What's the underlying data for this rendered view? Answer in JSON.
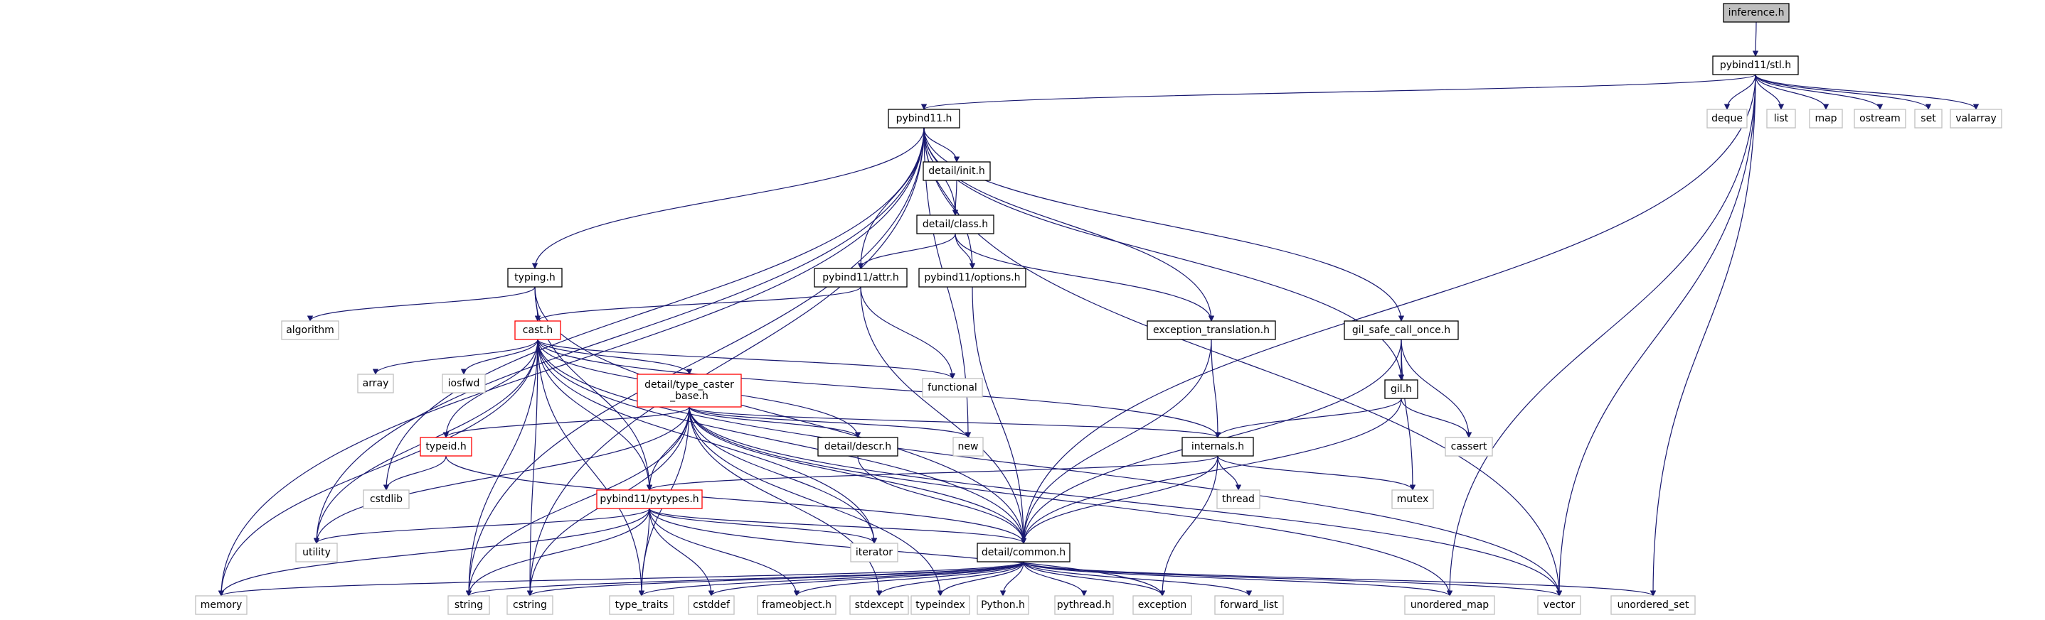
{
  "diagram": {
    "colors": {
      "edge": "#191970",
      "box_root_fill": "#bfbfbf",
      "box_fill": "#ffffff",
      "box_border": "#000000",
      "box_highlight_border": "#ff0000",
      "box_external_border": "#bfbfbf",
      "label_text": "#000000"
    },
    "nodes": [
      {
        "id": "inference_h",
        "label": "inference.h",
        "style": "root"
      },
      {
        "id": "pybind11_stl_h",
        "label": "pybind11/stl.h",
        "style": "normal"
      },
      {
        "id": "pybind11_h",
        "label": "pybind11.h",
        "style": "normal"
      },
      {
        "id": "deque",
        "label": "deque",
        "style": "external"
      },
      {
        "id": "list",
        "label": "list",
        "style": "external"
      },
      {
        "id": "map",
        "label": "map",
        "style": "external"
      },
      {
        "id": "ostream",
        "label": "ostream",
        "style": "external"
      },
      {
        "id": "set",
        "label": "set",
        "style": "external"
      },
      {
        "id": "valarray",
        "label": "valarray",
        "style": "external"
      },
      {
        "id": "detail_init_h",
        "label": "detail/init.h",
        "style": "normal"
      },
      {
        "id": "detail_class_h",
        "label": "detail/class.h",
        "style": "normal"
      },
      {
        "id": "typing_h",
        "label": "typing.h",
        "style": "normal"
      },
      {
        "id": "pybind11_attr_h",
        "label": "pybind11/attr.h",
        "style": "normal"
      },
      {
        "id": "pybind11_options_h",
        "label": "pybind11/options.h",
        "style": "normal"
      },
      {
        "id": "algorithm",
        "label": "algorithm",
        "style": "external"
      },
      {
        "id": "cast_h",
        "label": "cast.h",
        "style": "highlight"
      },
      {
        "id": "exception_translation_h",
        "label": "exception_translation.h",
        "style": "normal"
      },
      {
        "id": "gil_safe_call_once_h",
        "label": "gil_safe_call_once.h",
        "style": "normal"
      },
      {
        "id": "array",
        "label": "array",
        "style": "external"
      },
      {
        "id": "iosfwd",
        "label": "iosfwd",
        "style": "external"
      },
      {
        "id": "detail_type_caster_base_h",
        "label": "detail/type_caster\n_base.h",
        "style": "highlight"
      },
      {
        "id": "functional",
        "label": "functional",
        "style": "external"
      },
      {
        "id": "gil_h",
        "label": "gil.h",
        "style": "normal"
      },
      {
        "id": "cassert",
        "label": "cassert",
        "style": "external"
      },
      {
        "id": "typeid_h",
        "label": "typeid.h",
        "style": "highlight"
      },
      {
        "id": "detail_descr_h",
        "label": "detail/descr.h",
        "style": "normal"
      },
      {
        "id": "new",
        "label": "new",
        "style": "external"
      },
      {
        "id": "internals_h",
        "label": "internals.h",
        "style": "normal"
      },
      {
        "id": "cstdlib",
        "label": "cstdlib",
        "style": "external"
      },
      {
        "id": "thread",
        "label": "thread",
        "style": "external"
      },
      {
        "id": "mutex",
        "label": "mutex",
        "style": "external"
      },
      {
        "id": "pybind11_pytypes_h",
        "label": "pybind11/pytypes.h",
        "style": "highlight"
      },
      {
        "id": "utility",
        "label": "utility",
        "style": "external"
      },
      {
        "id": "iterator",
        "label": "iterator",
        "style": "external"
      },
      {
        "id": "detail_common_h",
        "label": "detail/common.h",
        "style": "normal"
      },
      {
        "id": "memory",
        "label": "memory",
        "style": "external"
      },
      {
        "id": "string",
        "label": "string",
        "style": "external"
      },
      {
        "id": "cstring",
        "label": "cstring",
        "style": "external"
      },
      {
        "id": "type_traits",
        "label": "type_traits",
        "style": "external"
      },
      {
        "id": "cstddef",
        "label": "cstddef",
        "style": "external"
      },
      {
        "id": "frameobject_h",
        "label": "frameobject.h",
        "style": "external"
      },
      {
        "id": "stdexcept",
        "label": "stdexcept",
        "style": "external"
      },
      {
        "id": "typeindex",
        "label": "typeindex",
        "style": "external"
      },
      {
        "id": "Python_h",
        "label": "Python.h",
        "style": "external"
      },
      {
        "id": "pythread_h",
        "label": "pythread.h",
        "style": "external"
      },
      {
        "id": "exception",
        "label": "exception",
        "style": "external"
      },
      {
        "id": "forward_list",
        "label": "forward_list",
        "style": "external"
      },
      {
        "id": "unordered_map",
        "label": "unordered_map",
        "style": "external"
      },
      {
        "id": "vector",
        "label": "vector",
        "style": "external"
      },
      {
        "id": "unordered_set",
        "label": "unordered_set",
        "style": "external"
      }
    ],
    "edges": [
      [
        "inference_h",
        "pybind11_stl_h"
      ],
      [
        "pybind11_stl_h",
        "pybind11_h"
      ],
      [
        "pybind11_stl_h",
        "detail_common_h"
      ],
      [
        "pybind11_stl_h",
        "unordered_map"
      ],
      [
        "pybind11_stl_h",
        "vector"
      ],
      [
        "pybind11_stl_h",
        "unordered_set"
      ],
      [
        "pybind11_stl_h",
        "deque"
      ],
      [
        "pybind11_stl_h",
        "list"
      ],
      [
        "pybind11_stl_h",
        "map"
      ],
      [
        "pybind11_stl_h",
        "ostream"
      ],
      [
        "pybind11_stl_h",
        "set"
      ],
      [
        "pybind11_stl_h",
        "valarray"
      ],
      [
        "pybind11_h",
        "memory"
      ],
      [
        "pybind11_h",
        "string"
      ],
      [
        "pybind11_h",
        "cstring"
      ],
      [
        "pybind11_h",
        "utility"
      ],
      [
        "pybind11_h",
        "cstdlib"
      ],
      [
        "pybind11_h",
        "typing_h"
      ],
      [
        "pybind11_h",
        "detail_init_h"
      ],
      [
        "pybind11_h",
        "detail_class_h"
      ],
      [
        "pybind11_h",
        "pybind11_attr_h"
      ],
      [
        "pybind11_h",
        "pybind11_options_h"
      ],
      [
        "pybind11_h",
        "new"
      ],
      [
        "pybind11_h",
        "exception_translation_h"
      ],
      [
        "pybind11_h",
        "gil_safe_call_once_h"
      ],
      [
        "pybind11_h",
        "gil_h"
      ],
      [
        "pybind11_h",
        "vector"
      ],
      [
        "detail_init_h",
        "detail_class_h"
      ],
      [
        "detail_class_h",
        "pybind11_attr_h"
      ],
      [
        "detail_class_h",
        "pybind11_options_h"
      ],
      [
        "detail_class_h",
        "exception_translation_h"
      ],
      [
        "typing_h",
        "algorithm"
      ],
      [
        "typing_h",
        "cast_h"
      ],
      [
        "typing_h",
        "pybind11_pytypes_h"
      ],
      [
        "typing_h",
        "detail_common_h"
      ],
      [
        "pybind11_attr_h",
        "cast_h"
      ],
      [
        "pybind11_attr_h",
        "functional"
      ],
      [
        "pybind11_attr_h",
        "detail_common_h"
      ],
      [
        "pybind11_options_h",
        "detail_common_h"
      ],
      [
        "exception_translation_h",
        "internals_h"
      ],
      [
        "exception_translation_h",
        "detail_common_h"
      ],
      [
        "gil_safe_call_once_h",
        "gil_h"
      ],
      [
        "gil_safe_call_once_h",
        "cassert"
      ],
      [
        "gil_safe_call_once_h",
        "mutex"
      ],
      [
        "gil_safe_call_once_h",
        "detail_common_h"
      ],
      [
        "gil_h",
        "cassert"
      ],
      [
        "gil_h",
        "internals_h"
      ],
      [
        "gil_h",
        "detail_common_h"
      ],
      [
        "cast_h",
        "array"
      ],
      [
        "cast_h",
        "iosfwd"
      ],
      [
        "cast_h",
        "functional"
      ],
      [
        "cast_h",
        "detail_type_caster_base_h"
      ],
      [
        "cast_h",
        "typeid_h"
      ],
      [
        "cast_h",
        "pybind11_pytypes_h"
      ],
      [
        "cast_h",
        "detail_descr_h"
      ],
      [
        "cast_h",
        "detail_common_h"
      ],
      [
        "cast_h",
        "internals_h"
      ],
      [
        "cast_h",
        "utility"
      ],
      [
        "cast_h",
        "memory"
      ],
      [
        "cast_h",
        "string"
      ],
      [
        "cast_h",
        "cstring"
      ],
      [
        "cast_h",
        "type_traits"
      ],
      [
        "cast_h",
        "iterator"
      ],
      [
        "cast_h",
        "vector"
      ],
      [
        "detail_type_caster_base_h",
        "typeid_h"
      ],
      [
        "detail_type_caster_base_h",
        "detail_descr_h"
      ],
      [
        "detail_type_caster_base_h",
        "new"
      ],
      [
        "detail_type_caster_base_h",
        "internals_h"
      ],
      [
        "detail_type_caster_base_h",
        "pybind11_pytypes_h"
      ],
      [
        "detail_type_caster_base_h",
        "utility"
      ],
      [
        "detail_type_caster_base_h",
        "iterator"
      ],
      [
        "detail_type_caster_base_h",
        "detail_common_h"
      ],
      [
        "detail_type_caster_base_h",
        "string"
      ],
      [
        "detail_type_caster_base_h",
        "cstring"
      ],
      [
        "detail_type_caster_base_h",
        "type_traits"
      ],
      [
        "detail_type_caster_base_h",
        "stdexcept"
      ],
      [
        "detail_type_caster_base_h",
        "typeindex"
      ],
      [
        "detail_type_caster_base_h",
        "unordered_map"
      ],
      [
        "detail_type_caster_base_h",
        "vector"
      ],
      [
        "typeid_h",
        "cstdlib"
      ],
      [
        "typeid_h",
        "detail_common_h"
      ],
      [
        "detail_descr_h",
        "detail_common_h"
      ],
      [
        "internals_h",
        "pybind11_pytypes_h"
      ],
      [
        "internals_h",
        "thread"
      ],
      [
        "internals_h",
        "mutex"
      ],
      [
        "internals_h",
        "detail_common_h"
      ],
      [
        "internals_h",
        "exception"
      ],
      [
        "pybind11_pytypes_h",
        "utility"
      ],
      [
        "pybind11_pytypes_h",
        "iterator"
      ],
      [
        "pybind11_pytypes_h",
        "detail_common_h"
      ],
      [
        "pybind11_pytypes_h",
        "memory"
      ],
      [
        "pybind11_pytypes_h",
        "string"
      ],
      [
        "pybind11_pytypes_h",
        "type_traits"
      ],
      [
        "pybind11_pytypes_h",
        "cstddef"
      ],
      [
        "pybind11_pytypes_h",
        "frameobject_h"
      ],
      [
        "pybind11_pytypes_h",
        "exception"
      ],
      [
        "detail_common_h",
        "memory"
      ],
      [
        "detail_common_h",
        "string"
      ],
      [
        "detail_common_h",
        "cstring"
      ],
      [
        "detail_common_h",
        "type_traits"
      ],
      [
        "detail_common_h",
        "cstddef"
      ],
      [
        "detail_common_h",
        "frameobject_h"
      ],
      [
        "detail_common_h",
        "stdexcept"
      ],
      [
        "detail_common_h",
        "typeindex"
      ],
      [
        "detail_common_h",
        "Python_h"
      ],
      [
        "detail_common_h",
        "pythread_h"
      ],
      [
        "detail_common_h",
        "exception"
      ],
      [
        "detail_common_h",
        "forward_list"
      ],
      [
        "detail_common_h",
        "unordered_map"
      ],
      [
        "detail_common_h",
        "vector"
      ],
      [
        "detail_common_h",
        "unordered_set"
      ]
    ]
  }
}
